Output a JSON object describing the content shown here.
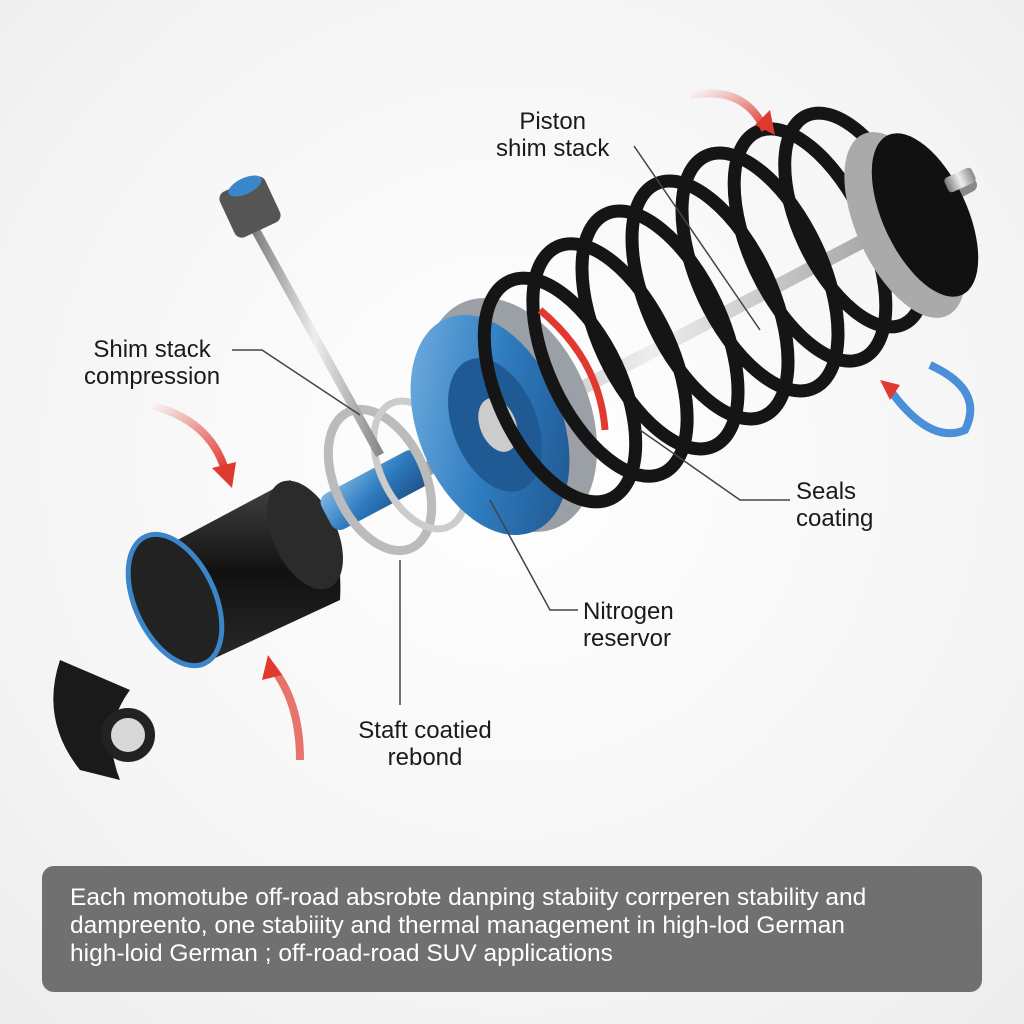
{
  "labels": {
    "piston_shim_stack": [
      "Piston",
      "shim stack"
    ],
    "shim_stack_compression": [
      "Shim stack",
      "compression"
    ],
    "seals_coating": [
      "Seals",
      "coating"
    ],
    "nitrogen_reservoir": [
      "Nitrogen",
      "reservor"
    ],
    "shaft_coated_rebound": [
      "Staft coatied",
      "rebond"
    ]
  },
  "caption": {
    "lines": [
      "Each momotube off-road absrobte danping stabiity corrperen stability and",
      "dampreento, one stabiiity and thermal management in high-lod German",
      "high-loid German ; off-road-road SUV applications"
    ]
  },
  "colors": {
    "accent_blue": "#3b86c8",
    "arrow_red": "#e03a30",
    "spring": "#151515",
    "caption_bg": "#707070"
  }
}
